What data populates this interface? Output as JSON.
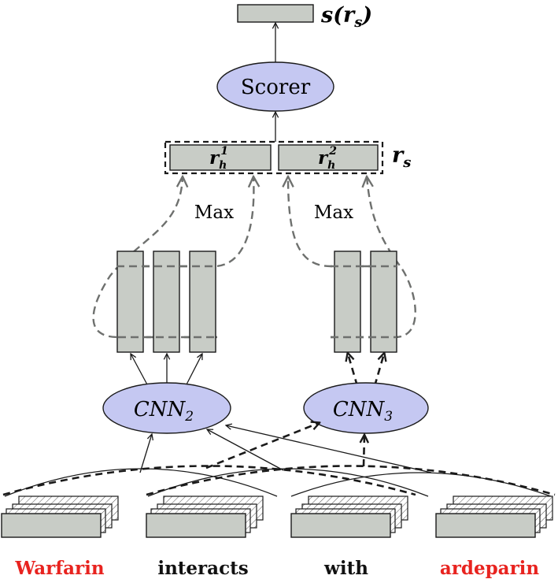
{
  "nodes": {
    "scorer": "Scorer",
    "cnn2": "CNN",
    "cnn2_sub": "2",
    "cnn3": "CNN",
    "cnn3_sub": "3"
  },
  "labels": {
    "output": "s(r",
    "output_sub": "s",
    "output_close": ")",
    "rh1": "r",
    "rh1_sub": "h",
    "rh1_sup": "1",
    "rh2": "r",
    "rh2_sub": "h",
    "rh2_sup": "2",
    "rs": "r",
    "rs_sub": "s",
    "max_left": "Max",
    "max_right": "Max"
  },
  "words": [
    {
      "text": "Warfarin",
      "color": "#e8231f"
    },
    {
      "text": "interacts",
      "color": "#111111"
    },
    {
      "text": "with",
      "color": "#111111"
    },
    {
      "text": "ardeparin",
      "color": "#e8231f"
    }
  ],
  "colors": {
    "node_fill": "#c5c8f2",
    "box_fill": "#c8ccc6",
    "entity_red": "#e8231f"
  }
}
